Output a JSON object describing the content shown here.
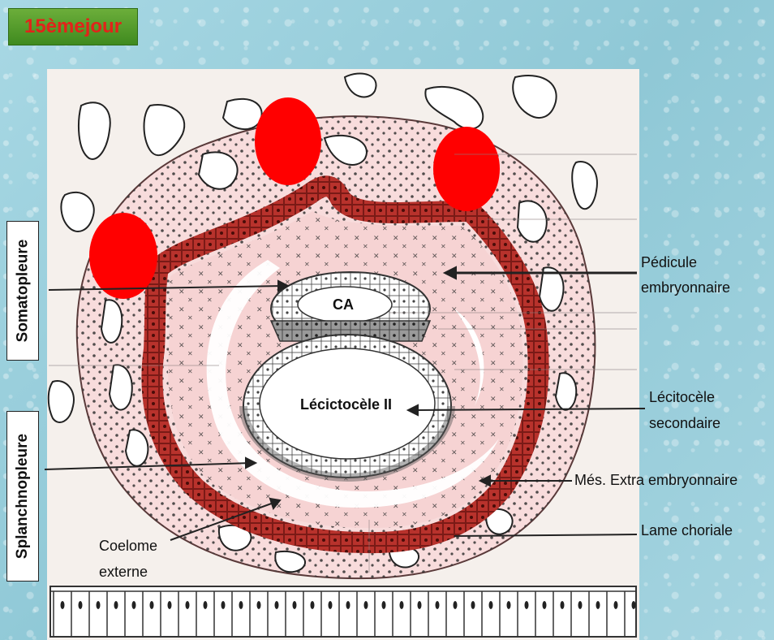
{
  "title": "15èmejour",
  "side_labels": {
    "top": "Somatopleure",
    "bottom": "Splanchnopleure"
  },
  "inner_labels": {
    "amniotic_cavity": "CA",
    "secondary_yolk_sac": "Lécictocèle II"
  },
  "labels": {
    "pedicule_line1": "Pédicule",
    "pedicule_line2": "embryonnaire",
    "lecitocele_line1": "Lécitocèle",
    "lecitocele_line2": "secondaire",
    "mesoderm": "Més. Extra embryonnaire",
    "lame_choriale": "Lame  choriale",
    "coelome_line1": "Coelome",
    "coelome_line2": "externe"
  },
  "colors": {
    "title_background": "#4a9a26",
    "title_text": "#e2231a",
    "highlight_dots": "#ff0000",
    "chorionic_plate": "#b8322c",
    "mesoderm_fill": "#f4c9c9"
  }
}
